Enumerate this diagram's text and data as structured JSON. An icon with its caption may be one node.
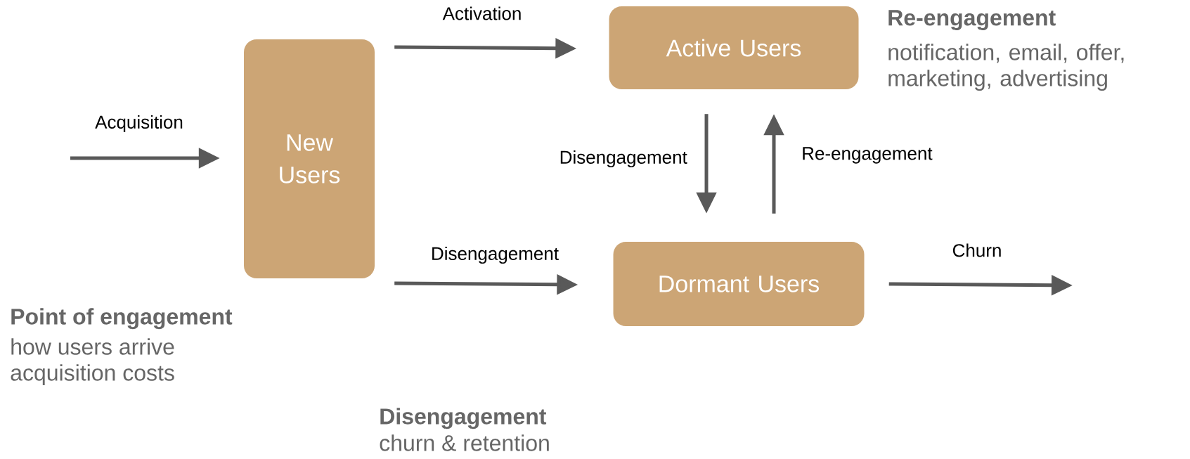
{
  "diagram": {
    "nodes": [
      {
        "text": [
          "New Users"
        ]
      },
      {
        "text": [
          "Active Users"
        ]
      },
      {
        "text": [
          "Dormant Users"
        ]
      }
    ],
    "edges": [
      {
        "from": null,
        "to": 0,
        "arrow": "to",
        "label": "Acquisition"
      },
      {
        "from": 0,
        "to": 1,
        "arrow": "to",
        "label": "Activation"
      },
      {
        "from": 0,
        "to": 2,
        "arrow": "to",
        "label": "Disengagement"
      },
      {
        "from": 1,
        "to": 2,
        "arrow": "to",
        "label": "Disengagement"
      },
      {
        "from": 2,
        "to": 1,
        "arrow": "to",
        "label": "Re-engagement"
      },
      {
        "from": 2,
        "to": null,
        "arrow": "to",
        "label": "Churn"
      }
    ],
    "labels": [
      "Re-engagement",
      "notification, email, offer, marketing, advertising",
      "Point of engagement",
      "how users arrive",
      "acquisition costs",
      "Disengagement",
      "churn & retention"
    ]
  }
}
